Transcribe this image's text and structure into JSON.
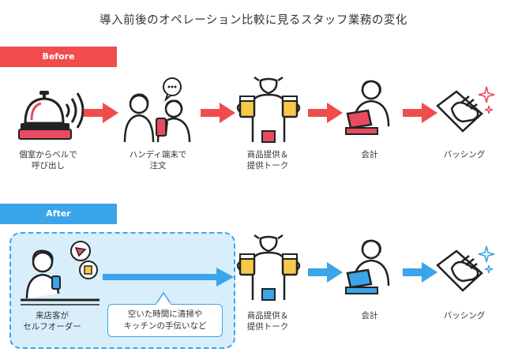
{
  "title": "導入前後のオペレーション比較に見るスタッフ業務の変化",
  "before": {
    "banner": "Before",
    "steps": [
      {
        "icon": "service-bell-icon",
        "label_lines": [
          "個室からベルで",
          "呼び出し"
        ]
      },
      {
        "icon": "handy-terminal-staff-icon",
        "label_lines": [
          "ハンディ端末で",
          "注文"
        ]
      },
      {
        "icon": "staff-carrying-beer-icon",
        "label_lines": [
          "商品提供＆",
          "提供トーク"
        ]
      },
      {
        "icon": "staff-at-register-icon",
        "label_lines": [
          "会計"
        ]
      },
      {
        "icon": "wiping-cloth-icon",
        "label_lines": [
          "バッシング"
        ]
      }
    ]
  },
  "after": {
    "banner": "After",
    "steps": [
      {
        "icon": "customer-smartphone-order-icon",
        "label_lines": [
          "来店客が",
          "セルフオーダー"
        ]
      },
      {
        "icon": "staff-carrying-beer-icon",
        "label_lines": [
          "商品提供＆",
          "提供トーク"
        ]
      },
      {
        "icon": "staff-at-register-icon",
        "label_lines": [
          "会計"
        ]
      },
      {
        "icon": "wiping-cloth-icon",
        "label_lines": [
          "バッシング"
        ]
      }
    ],
    "callout_lines": [
      "空いた時間に清掃や",
      "キッチンの手伝いなど"
    ]
  },
  "colors": {
    "before_accent": "#f04c4c",
    "after_accent": "#3aa5e8",
    "after_box_fill": "#d9eefb",
    "beer": "#f7c948",
    "register": "#e84a5f",
    "register_after": "#3aa5e8"
  }
}
